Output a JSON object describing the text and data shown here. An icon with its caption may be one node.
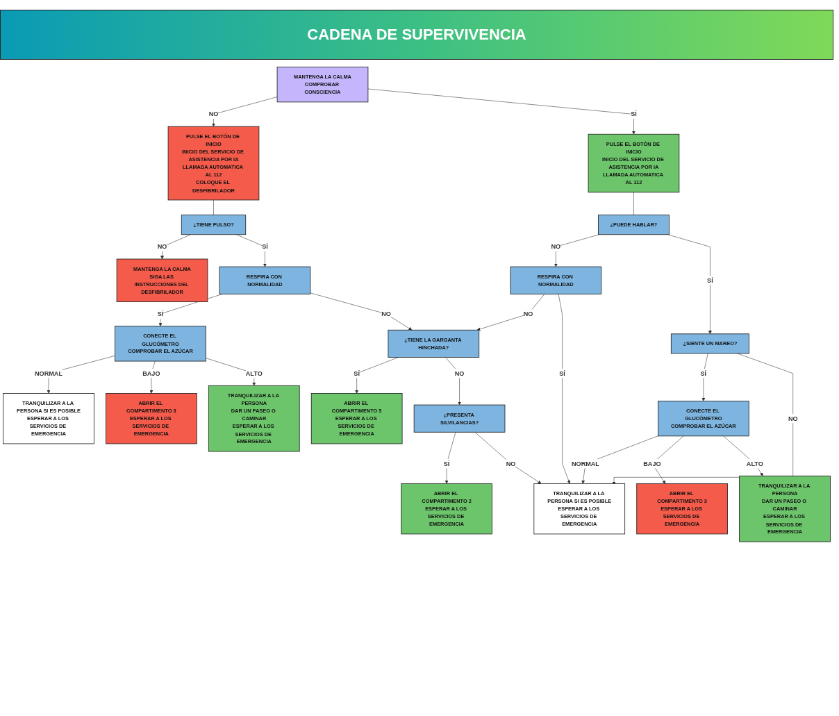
{
  "diagram": {
    "title": "CADENA DE SUPERVIVENCIA",
    "nodes": [
      {
        "text": [
          "MANTENGA LA CALMA",
          "COMPROBAR CONSCIENCIA"
        ]
      },
      {
        "text": [
          "PULSE EL BOTÓN DE INICIO",
          "INICIO DEL SERVICIO DE ASISTENCIA POR IA",
          "LLAMADA AUTOMATICA AL 112",
          "COLOQUE EL DESFIBRILADOR"
        ]
      },
      {
        "text": [
          "PULSE EL BOTÓN DE INICIO",
          "INICIO DEL SERVICIO DE ASISTENCIA POR IA",
          "LLAMADA AUTOMATICA AL 112"
        ]
      },
      {
        "text": [
          "¿TIENE PULSO?"
        ]
      },
      {
        "text": [
          "MANTENGA LA CALMA",
          "SIGA LAS INSTRUCCIONES DEL DESFIBRILADOR"
        ]
      },
      {
        "text": [
          "RESPIRA CON NORMALIDAD"
        ]
      },
      {
        "text": [
          "ABRIR EL COMPARTIMENTO 5",
          "ESPERAR A LOS SERVICIOS DE EMERGENCIA"
        ]
      },
      {
        "text": [
          "¿PUEDE HABLAR?"
        ]
      },
      {
        "text": [
          "RESPIRA CON NORMALIDAD"
        ]
      },
      {
        "text": [
          "¿SIENTE UN MAREO?"
        ]
      },
      {
        "text": [
          "CONECTE EL GLUCÓMETRO",
          "COMPROBAR EL AZÚCAR"
        ]
      },
      {
        "text": [
          "¿TIENE LA GARGANTA HINCHADA?"
        ]
      },
      {
        "text": [
          "CONECTE EL GLUCÓMETRO",
          "COMPROBAR EL AZÚCAR"
        ]
      },
      {
        "text": [
          "TRANQUILIZAR A LA PERSONA SI ES POSIBLE",
          "ESPERAR A LOS SERVICIOS DE EMERGENCIA"
        ]
      },
      {
        "text": [
          "¿PRESENTA SILVILANCIAS?"
        ]
      },
      {
        "text": [
          "ABRIR EL COMPARTIMENTO 3",
          "ESPERAR A LOS SERVICIOS DE EMERGENCIA"
        ]
      },
      {
        "text": [
          "TRANQUILIZAR A LA PERSONA",
          "DAR UN PASEO O CAMINAR",
          "ESPERAR A LOS SERVICIOS DE EMERGENCIA"
        ]
      },
      {
        "text": [
          "TRANQUILIZAR A LA PERSONA SI ES POSIBLE",
          "ESPERAR A LOS SERVICIOS DE EMERGENCIA"
        ]
      },
      {
        "text": [
          "ABRIR EL COMPARTIMENTO 3",
          "ESPERAR A LOS SERVICIOS DE EMERGENCIA"
        ]
      },
      {
        "text": [
          "TRANQUILIZAR A LA PERSONA",
          "DAR UN PASEO O CAMINAR",
          "ESPERAR A LOS SERVICIOS DE EMERGENCIA"
        ]
      },
      {
        "text": [
          "ABRIR EL COMPARTIMENTO 2",
          "ESPERAR A LOS SERVICIOS DE EMERGENCIA"
        ]
      }
    ],
    "edges": [
      {
        "from": 0,
        "to": 1,
        "label": "NO",
        "arrow": "to"
      },
      {
        "from": 0,
        "to": 2,
        "label": "SÍ",
        "arrow": "to"
      },
      {
        "from": 1,
        "to": 3,
        "arrow": "none"
      },
      {
        "from": 3,
        "to": 4,
        "label": "NO",
        "arrow": "to"
      },
      {
        "from": 3,
        "to": 5,
        "label": "SÍ",
        "arrow": "to"
      },
      {
        "from": 2,
        "to": 7,
        "arrow": "none"
      },
      {
        "from": 7,
        "to": 8,
        "label": "NO",
        "arrow": "to"
      },
      {
        "from": 7,
        "to": 9,
        "label": "SÍ",
        "arrow": "to"
      },
      {
        "from": 5,
        "to": 10,
        "label": "SÍ",
        "arrow": "to"
      },
      {
        "from": 5,
        "to": 11,
        "label": "NO",
        "arrow": "to"
      },
      {
        "from": 8,
        "to": 11,
        "label": "NO",
        "arrow": "to"
      },
      {
        "from": 8,
        "to": 13,
        "label": "SÍ",
        "arrow": "to"
      },
      {
        "from": 11,
        "to": 6,
        "label": "SÍ",
        "arrow": "to"
      },
      {
        "from": 11,
        "to": 14,
        "label": "NO",
        "arrow": "to"
      },
      {
        "from": 9,
        "to": 12,
        "label": "SÍ",
        "arrow": "to"
      },
      {
        "from": 9,
        "to": 13,
        "label": "NO",
        "arrow": "to"
      },
      {
        "from": 12,
        "to": 13,
        "label": "NORMAL",
        "arrow": "to"
      },
      {
        "from": 12,
        "to": 15,
        "label": "BAJO",
        "arrow": "to"
      },
      {
        "from": 12,
        "to": 16,
        "label": "ALTO",
        "arrow": "to"
      },
      {
        "from": 10,
        "to": 17,
        "label": "NORMAL",
        "arrow": "to"
      },
      {
        "from": 10,
        "to": 18,
        "label": "BAJO",
        "arrow": "to"
      },
      {
        "from": 10,
        "to": 19,
        "label": "ALTO",
        "arrow": "to"
      },
      {
        "from": 14,
        "to": 20,
        "label": "SÍ",
        "arrow": "to"
      },
      {
        "from": 14,
        "to": 13,
        "label": "NO",
        "arrow": "to"
      }
    ]
  }
}
